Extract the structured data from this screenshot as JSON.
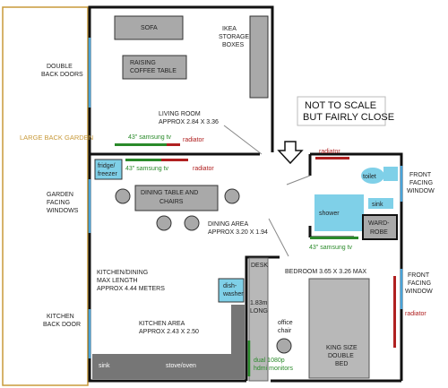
{
  "title_note": [
    "NOT TO SCALE",
    "BUT FAIRLY CLOSE"
  ],
  "living_room": {
    "sofa": "SOFA",
    "storage": [
      "IKEA",
      "STORAGE",
      "BOXES"
    ],
    "coffee_table": [
      "RAISING",
      "COFFEE TABLE"
    ],
    "name": [
      "LIVING ROOM",
      "APPROX 2.84 X 3.36"
    ],
    "tv": "43\" samsung tv",
    "radiator": "radiator"
  },
  "dining": {
    "tv": "43\" samsung tv",
    "radiator": "radiator",
    "fridge": [
      "fridge/",
      "freezer"
    ],
    "table": [
      "DINING TABLE AND",
      "CHAIRS"
    ],
    "name": [
      "DINING AREA",
      "APPROX 3.20 X 1.94"
    ]
  },
  "kitchen": {
    "max_length": [
      "KITCHEN/DINING",
      "MAX LENGTH",
      "APPROX 4.44 METERS"
    ],
    "dishwasher": [
      "dish-",
      "washer"
    ],
    "name": [
      "KITCHEN AREA",
      "APPROX 2.43 X 2.50"
    ],
    "sink": "sink",
    "stove": "stove/oven"
  },
  "left_labels": {
    "double_doors": [
      "DOUBLE",
      "BACK DOORS"
    ],
    "garden": "LARGE BACK GARDEN",
    "garden_windows": [
      "GARDEN",
      "FACING",
      "WINDOWS"
    ],
    "kitchen_door": [
      "KITCHEN",
      "BACK DOOR"
    ]
  },
  "bathroom": {
    "radiator": "radiator",
    "toilet": "toilet",
    "sink": "sink",
    "shower": "shower",
    "wardrobe": [
      "WARD-",
      "ROBE"
    ]
  },
  "bedroom": {
    "tv": "43\" samsung tv",
    "name": "BEDROOM 3.65 X 3.26 MAX",
    "desk": [
      "DESK",
      "",
      "1.83m",
      "LONG"
    ],
    "chair": [
      "office",
      "chair"
    ],
    "monitors": [
      "dual 1080p",
      "hdmi monitors"
    ],
    "bed": [
      "KING SIZE",
      "DOUBLE",
      "BED"
    ],
    "radiator": "radiator"
  },
  "right_labels": {
    "front_window_1": [
      "FRONT",
      "FACING",
      "WINDOW"
    ],
    "front_window_2": [
      "FRONT",
      "FACING",
      "WINDOW"
    ]
  },
  "colors": {
    "wall": "#111111",
    "furniture": "#a9a9a9",
    "window": "#4aa3d8",
    "radiator": "#b02020",
    "tv": "#2a8a2a",
    "fixture": "#7fd0e8",
    "garden_border": "#c89a3a"
  }
}
